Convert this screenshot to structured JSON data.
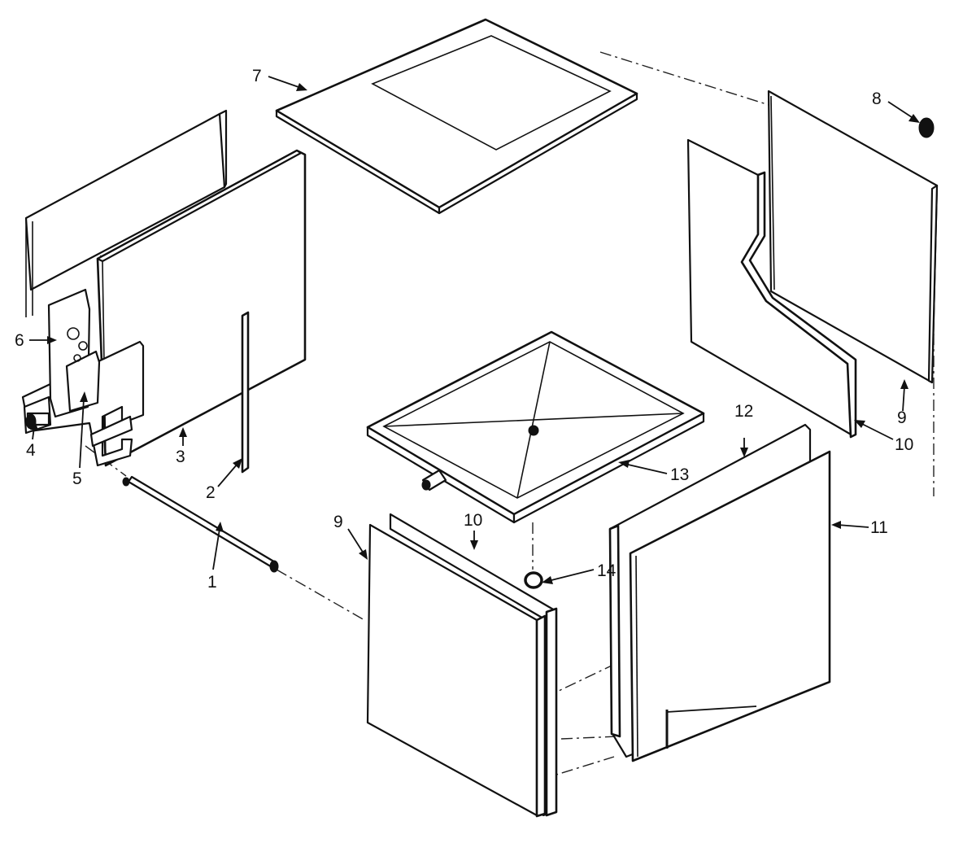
{
  "callouts": {
    "c1": "1",
    "c2": "2",
    "c3": "3",
    "c4": "4",
    "c5": "5",
    "c6": "6",
    "c7": "7",
    "c8": "8",
    "c9a": "9",
    "c9b": "9",
    "c10a": "10",
    "c10b": "10",
    "c11": "11",
    "c12": "12",
    "c13": "13",
    "c14": "14"
  },
  "colors": {
    "ink": "#111111",
    "paper": "#ffffff"
  }
}
